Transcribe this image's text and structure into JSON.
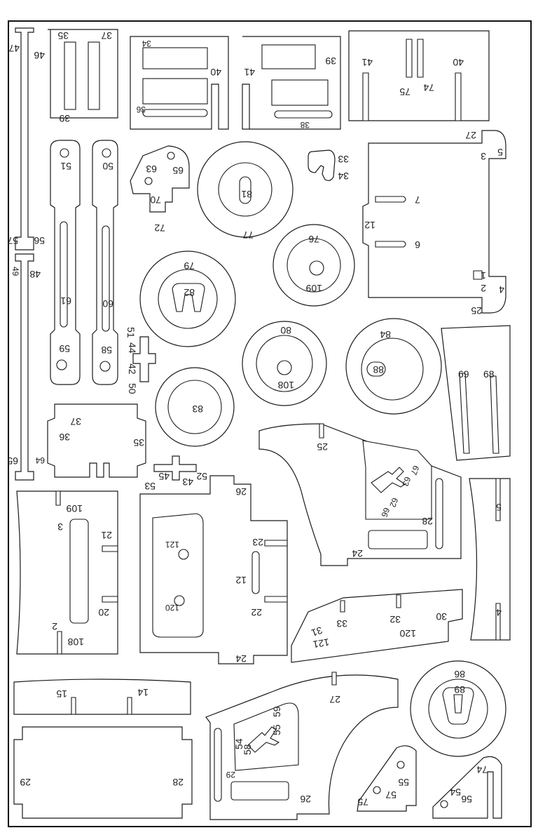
{
  "sheet": {
    "colors": {
      "line": "#1a1a1a",
      "paper": "#ffffff",
      "text": "#222222"
    },
    "numbers": {
      "n47": "47",
      "n46": "46",
      "n57": "57",
      "n56": "56",
      "n48": "48",
      "n49": "49",
      "n65": "65",
      "n64": "64",
      "n35a": "35",
      "n37a": "37",
      "n39a": "39",
      "n34a": "34",
      "n40a": "40",
      "n36a": "36",
      "n39b": "39",
      "n41a": "41",
      "n38": "38",
      "n41b": "41",
      "n40b": "40",
      "n75a": "75",
      "n74a": "74",
      "n51a": "51",
      "n50a": "50",
      "n61": "61",
      "n60": "60",
      "n59a": "59",
      "n58a": "58",
      "n65b": "65",
      "n63a": "63",
      "n70": "70",
      "n72": "72",
      "n81": "81",
      "n77": "77",
      "n33a": "33",
      "n34b": "34",
      "n27a": "27",
      "n5a": "5",
      "n3a": "3",
      "n7": "7",
      "n12a": "12",
      "n6": "6",
      "n1": "1",
      "n4a": "4",
      "n2a": "2",
      "n25a": "25",
      "n76": "76",
      "n109a": "109",
      "n79": "79",
      "n82": "82",
      "n51b": "51",
      "n44": "44",
      "n42": "42",
      "n50b": "50",
      "n80": "80",
      "n108a": "108",
      "n84": "84",
      "n88a": "88",
      "n69": "69",
      "n68a": "68",
      "n83": "83",
      "n37b": "37",
      "n36b": "36",
      "n35b": "35",
      "n25b": "25",
      "n67": "67",
      "n63b": "63",
      "n62": "62",
      "n66": "66",
      "n28a": "28",
      "n24a": "24",
      "n5b": "5",
      "n4b": "4",
      "n52": "52",
      "n43": "43",
      "n45": "45",
      "n53": "53",
      "n26a": "26",
      "n109b": "109",
      "n3b": "3",
      "n21": "21",
      "n20": "20",
      "n2b": "2",
      "n108b": "108",
      "n23": "23",
      "n121a": "121",
      "n12b": "12",
      "n120a": "120",
      "n22": "22",
      "n24b": "24",
      "n33b": "33",
      "n32": "32",
      "n30": "30",
      "n31": "31",
      "n121b": "121",
      "n120b": "120",
      "n86": "86",
      "n89": "89",
      "n15": "15",
      "n14": "14",
      "n27b": "27",
      "n59b": "59",
      "n55a": "55",
      "n54a": "54",
      "n58b": "58",
      "n29a": "29",
      "n26b": "26",
      "n29b": "29",
      "n28b": "28",
      "n55b": "55",
      "n75b": "75",
      "n74b": "74",
      "n54b": "54",
      "n56b": "56"
    }
  }
}
